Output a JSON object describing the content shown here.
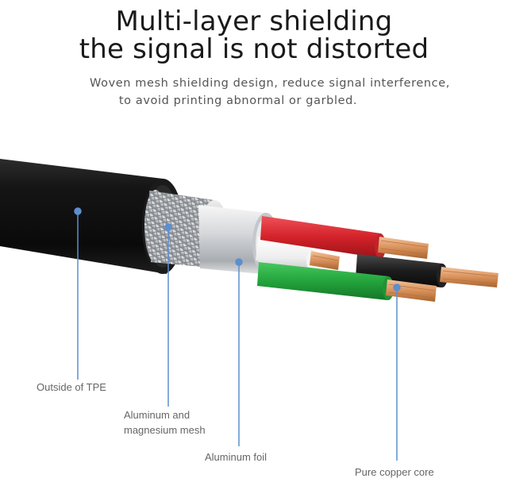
{
  "header": {
    "title_line1": "Multi-layer shielding",
    "title_line2": "the signal is not distorted",
    "subtitle_line1": "Woven mesh shielding design, reduce signal interference,",
    "subtitle_line2": "to avoid printing abnormal or garbled."
  },
  "labels": {
    "tpe": "Outside of TPE",
    "mesh_line1": "Aluminum and",
    "mesh_line2": "magnesium mesh",
    "foil": "Aluminum foil",
    "copper": "Pure copper core"
  },
  "colors": {
    "jacket": "#121212",
    "foil": "#d9dcdf",
    "wire_red": "#d3222a",
    "wire_white": "#f2f2f2",
    "wire_black": "#1c1c1c",
    "wire_green": "#23a43c",
    "copper": "#d9915b",
    "pointer": "#5b8fd1"
  }
}
